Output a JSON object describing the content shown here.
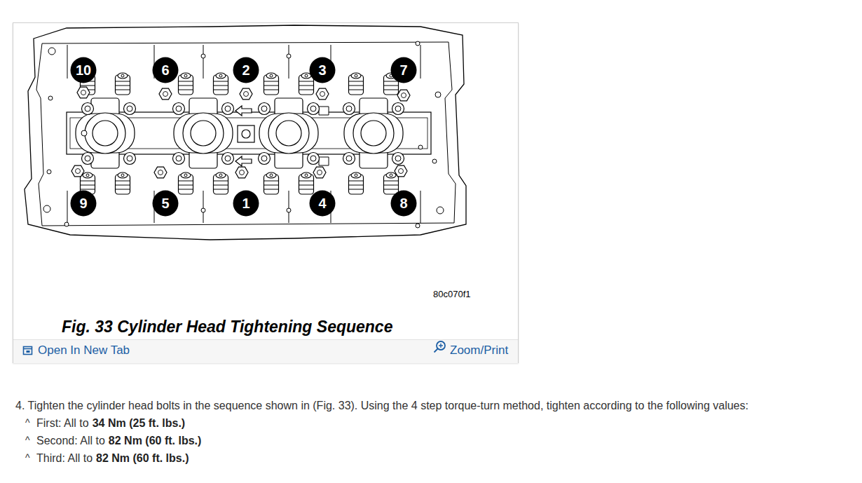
{
  "diagram": {
    "caption": "Fig. 33 Cylinder Head Tightening Sequence",
    "nodes": [
      {
        "text": [
          "10"
        ]
      },
      {
        "text": [
          "6"
        ]
      },
      {
        "text": [
          "2"
        ]
      },
      {
        "text": [
          "3"
        ]
      },
      {
        "text": [
          "7"
        ]
      },
      {
        "text": [
          "9"
        ]
      },
      {
        "text": [
          "5"
        ]
      },
      {
        "text": [
          "1"
        ]
      },
      {
        "text": [
          "4"
        ]
      },
      {
        "text": [
          "8"
        ]
      }
    ],
    "labels": [
      "80c070f1",
      "Open In New Tab",
      "Zoom/Print",
      "4. Tighten the cylinder head bolts in the sequence shown in (Fig. 33). Using the 4 step torque-turn method, tighten according to the following values:",
      "^",
      "First: All to",
      "34 Nm (25 ft. lbs.)",
      "^",
      "Second: All to",
      "82 Nm (60 ft. lbs.)",
      "^",
      "Third: All to",
      "82 Nm (60 ft. lbs.)"
    ]
  }
}
